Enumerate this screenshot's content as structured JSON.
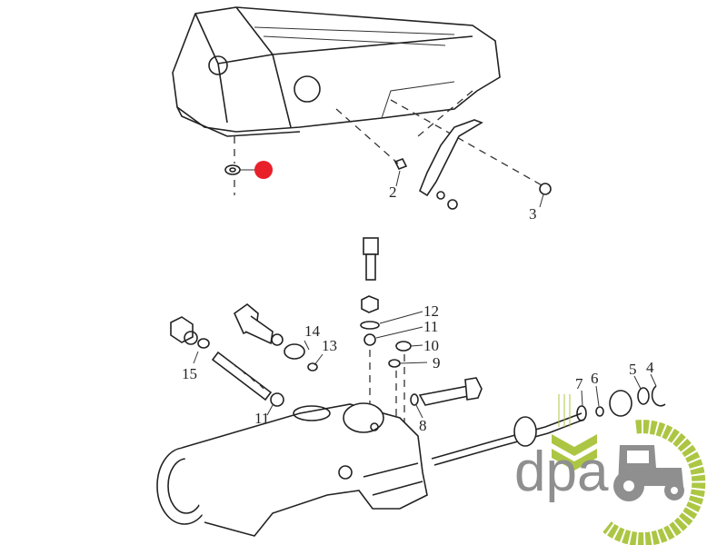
{
  "diagram": {
    "callouts": [
      {
        "id": "c2",
        "text": "2"
      },
      {
        "id": "c3",
        "text": "3"
      },
      {
        "id": "c12",
        "text": "12"
      },
      {
        "id": "c11a",
        "text": "11"
      },
      {
        "id": "c10",
        "text": "10"
      },
      {
        "id": "c9",
        "text": "9"
      },
      {
        "id": "c14",
        "text": "14"
      },
      {
        "id": "c13",
        "text": "13"
      },
      {
        "id": "c15",
        "text": "15"
      },
      {
        "id": "c11b",
        "text": "11"
      },
      {
        "id": "c8",
        "text": "8"
      },
      {
        "id": "c7",
        "text": "7"
      },
      {
        "id": "c6",
        "text": "6"
      },
      {
        "id": "c5",
        "text": "5"
      },
      {
        "id": "c4",
        "text": "4"
      }
    ],
    "highlight_color": "#e8202a"
  },
  "logo": {
    "text": "dpa",
    "green": "#a8c43a",
    "grey": "#8a8a8a"
  }
}
